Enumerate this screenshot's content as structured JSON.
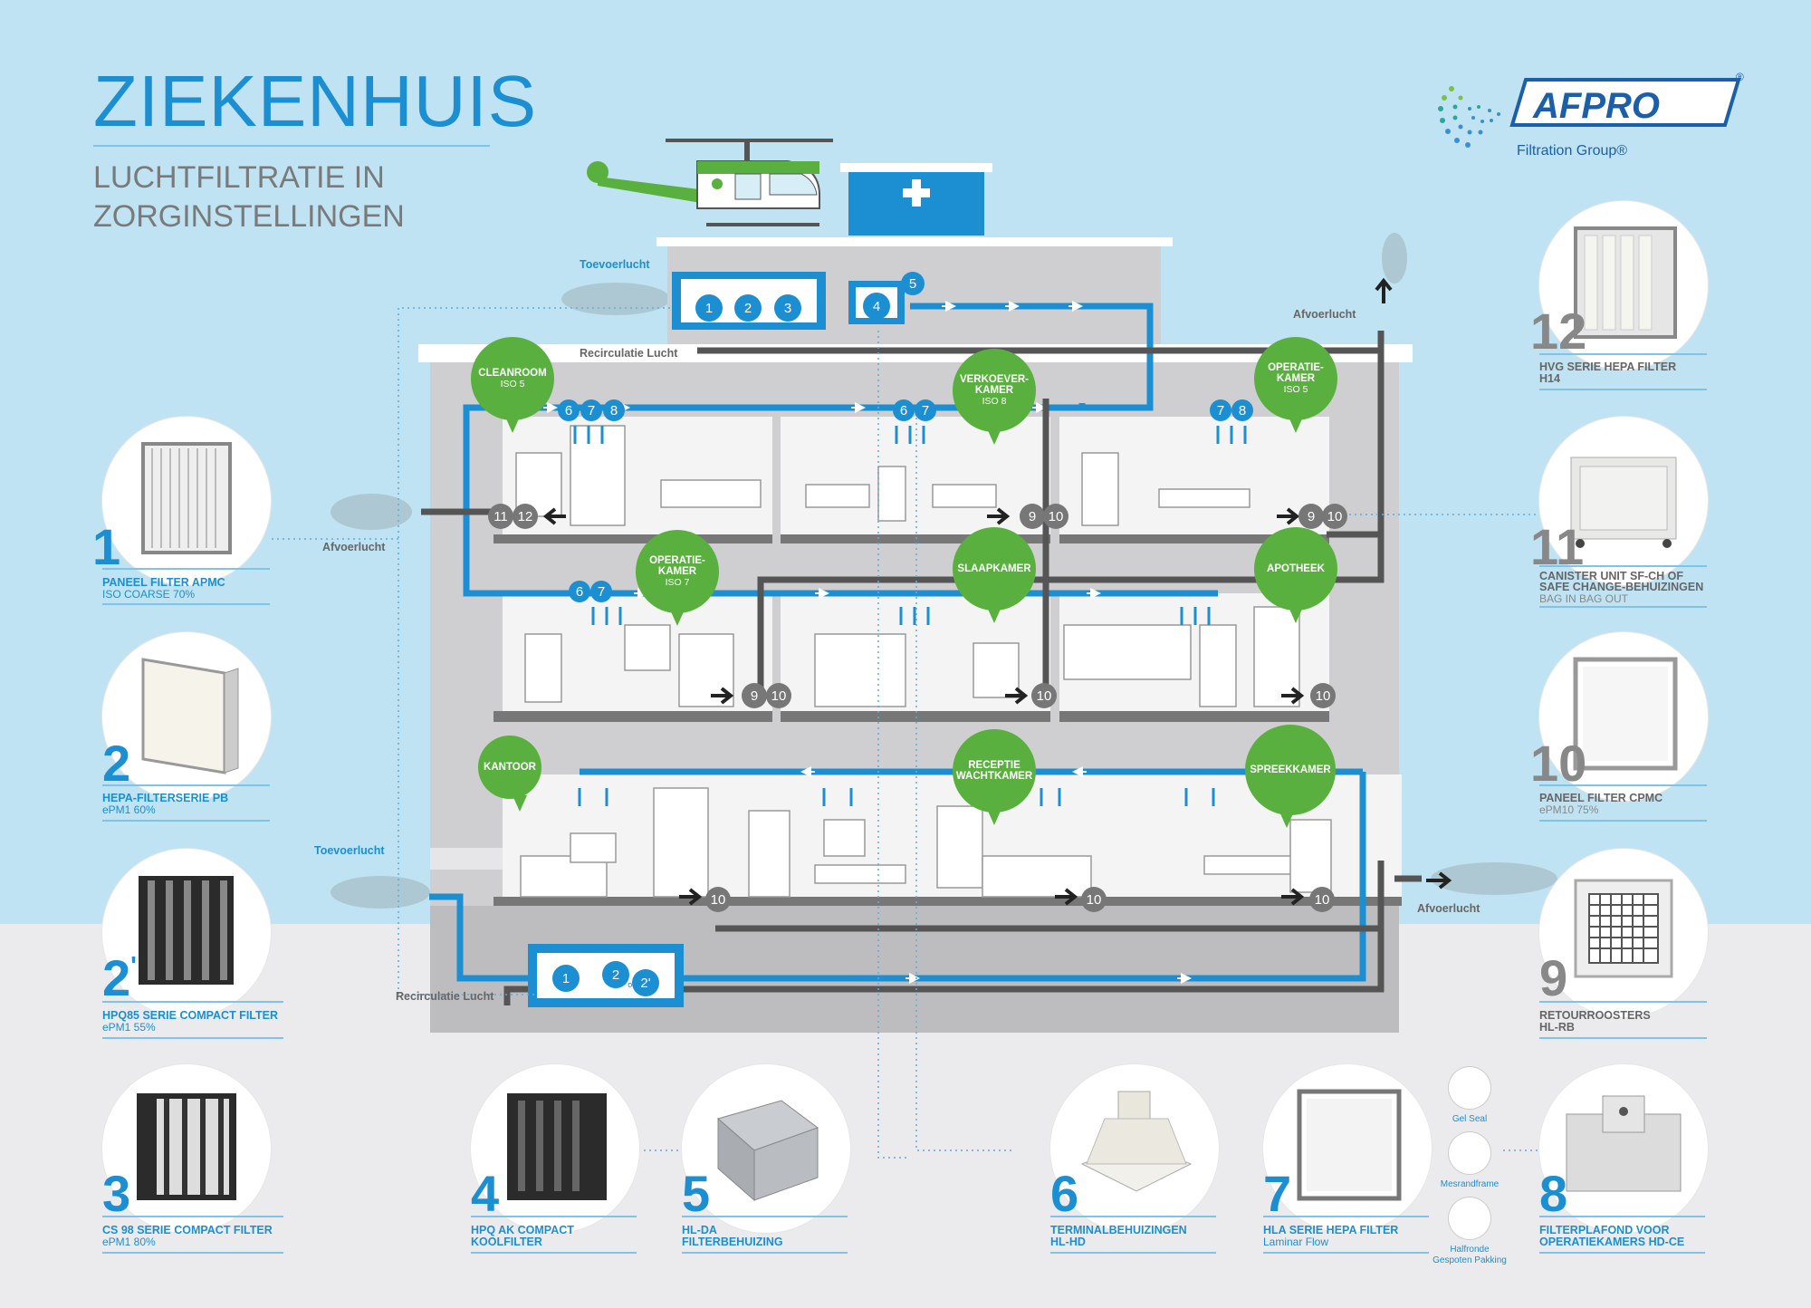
{
  "header": {
    "title": "ZIEKENHUIS",
    "subtitle_line1": "LUCHTFILTRATIE IN",
    "subtitle_line2": "ZORGINSTELLINGEN"
  },
  "logo": {
    "brand": "AFPRO",
    "registered": "®",
    "sub": "Filtration Group®"
  },
  "colors": {
    "accent_blue": "#1b8fd2",
    "room_green": "#5ab03e",
    "return_grey": "#555555",
    "sky": "#bfe3f2"
  },
  "flow_labels": {
    "supply_top": "Toevoerlucht",
    "recirc_top": "Recirculatie Lucht",
    "exhaust_top": "Afvoerlucht",
    "exhaust_left": "Afvoerlucht",
    "supply_bottom": "Toevoerlucht",
    "recirc_bottom": "Recirculatie Lucht",
    "exhaust_right": "Afvoerlucht"
  },
  "rooms": [
    {
      "name": "CLEANROOM",
      "sub": "ISO 5"
    },
    {
      "name": "VERKOEVER-\nKAMER",
      "sub": "ISO 8"
    },
    {
      "name": "OPERATIE-\nKAMER",
      "sub": "ISO 5"
    },
    {
      "name": "OPERATIE-\nKAMER",
      "sub": "ISO 7"
    },
    {
      "name": "SLAAPKAMER",
      "sub": ""
    },
    {
      "name": "APOTHEEK",
      "sub": ""
    },
    {
      "name": "KANTOOR",
      "sub": ""
    },
    {
      "name": "RECEPTIE\nWACHTKAMER",
      "sub": ""
    },
    {
      "name": "SPREEKKAMER",
      "sub": ""
    }
  ],
  "markers": {
    "ahu_top": [
      "1",
      "2",
      "3"
    ],
    "ahu_top_extra": "4",
    "ahu_top_extra2": "5",
    "ahu_bottom": [
      "1",
      "2",
      "2'"
    ],
    "ahu_bottom_of": "of",
    "floor3": [
      [
        "6",
        "7",
        "8"
      ],
      [
        "6",
        "7"
      ],
      [
        "7",
        "8"
      ]
    ],
    "floor3_return": [
      [
        "11",
        "12"
      ],
      [
        "9",
        "10"
      ],
      [
        "9",
        "10"
      ]
    ],
    "floor2_supply": [
      "6",
      "7"
    ],
    "floor2_return": [
      [
        "9",
        "10"
      ],
      [
        "10"
      ],
      [
        "10"
      ]
    ],
    "floor1_return": [
      [
        "10"
      ],
      [
        "10"
      ],
      [
        "10"
      ]
    ]
  },
  "products": {
    "p1": {
      "num": "1",
      "name": "PANEEL FILTER APMC",
      "sub": "ISO COARSE 70%"
    },
    "p2": {
      "num": "2",
      "name": "HEPA-FILTERSERIE PB",
      "sub": "ePM1 60%"
    },
    "p2b": {
      "num": "2",
      "prime": "'",
      "name": "HPQ85 SERIE COMPACT FILTER",
      "sub": "ePM1 55%"
    },
    "p3": {
      "num": "3",
      "name": "CS 98 SERIE COMPACT FILTER",
      "sub": "ePM1 80%"
    },
    "p4": {
      "num": "4",
      "name": "HPQ AK COMPACT",
      "name2": "KOOLFILTER",
      "sub": ""
    },
    "p5": {
      "num": "5",
      "name": "HL-DA",
      "name2": "FILTERBEHUIZING",
      "sub": ""
    },
    "p6": {
      "num": "6",
      "name": "TERMINALBEHUIZINGEN",
      "name2": "HL-HD",
      "sub": ""
    },
    "p7": {
      "num": "7",
      "name": "HLA SERIE HEPA FILTER",
      "sub": "Laminar Flow"
    },
    "p8": {
      "num": "8",
      "name": "FILTERPLAFOND VOOR",
      "name2": "OPERATIEKAMERS HD-CE",
      "sub": ""
    },
    "p9": {
      "num": "9",
      "name": "RETOURROOSTERS",
      "name2": "HL-RB",
      "sub": ""
    },
    "p10": {
      "num": "10",
      "name": "PANEEL FILTER CPMC",
      "sub": "ePM10 75%"
    },
    "p11": {
      "num": "11",
      "name": "CANISTER UNIT SF-CH OF",
      "name2": "SAFE CHANGE-BEHUIZINGEN",
      "sub": "BAG IN BAG OUT"
    },
    "p12": {
      "num": "12",
      "name": "HVG SERIE HEPA FILTER",
      "name2": "H14",
      "sub": ""
    }
  },
  "seals": {
    "gel": "Gel Seal",
    "mes": "Mesrandframe",
    "half1": "Halfronde",
    "half2": "Gespoten Pakking"
  }
}
